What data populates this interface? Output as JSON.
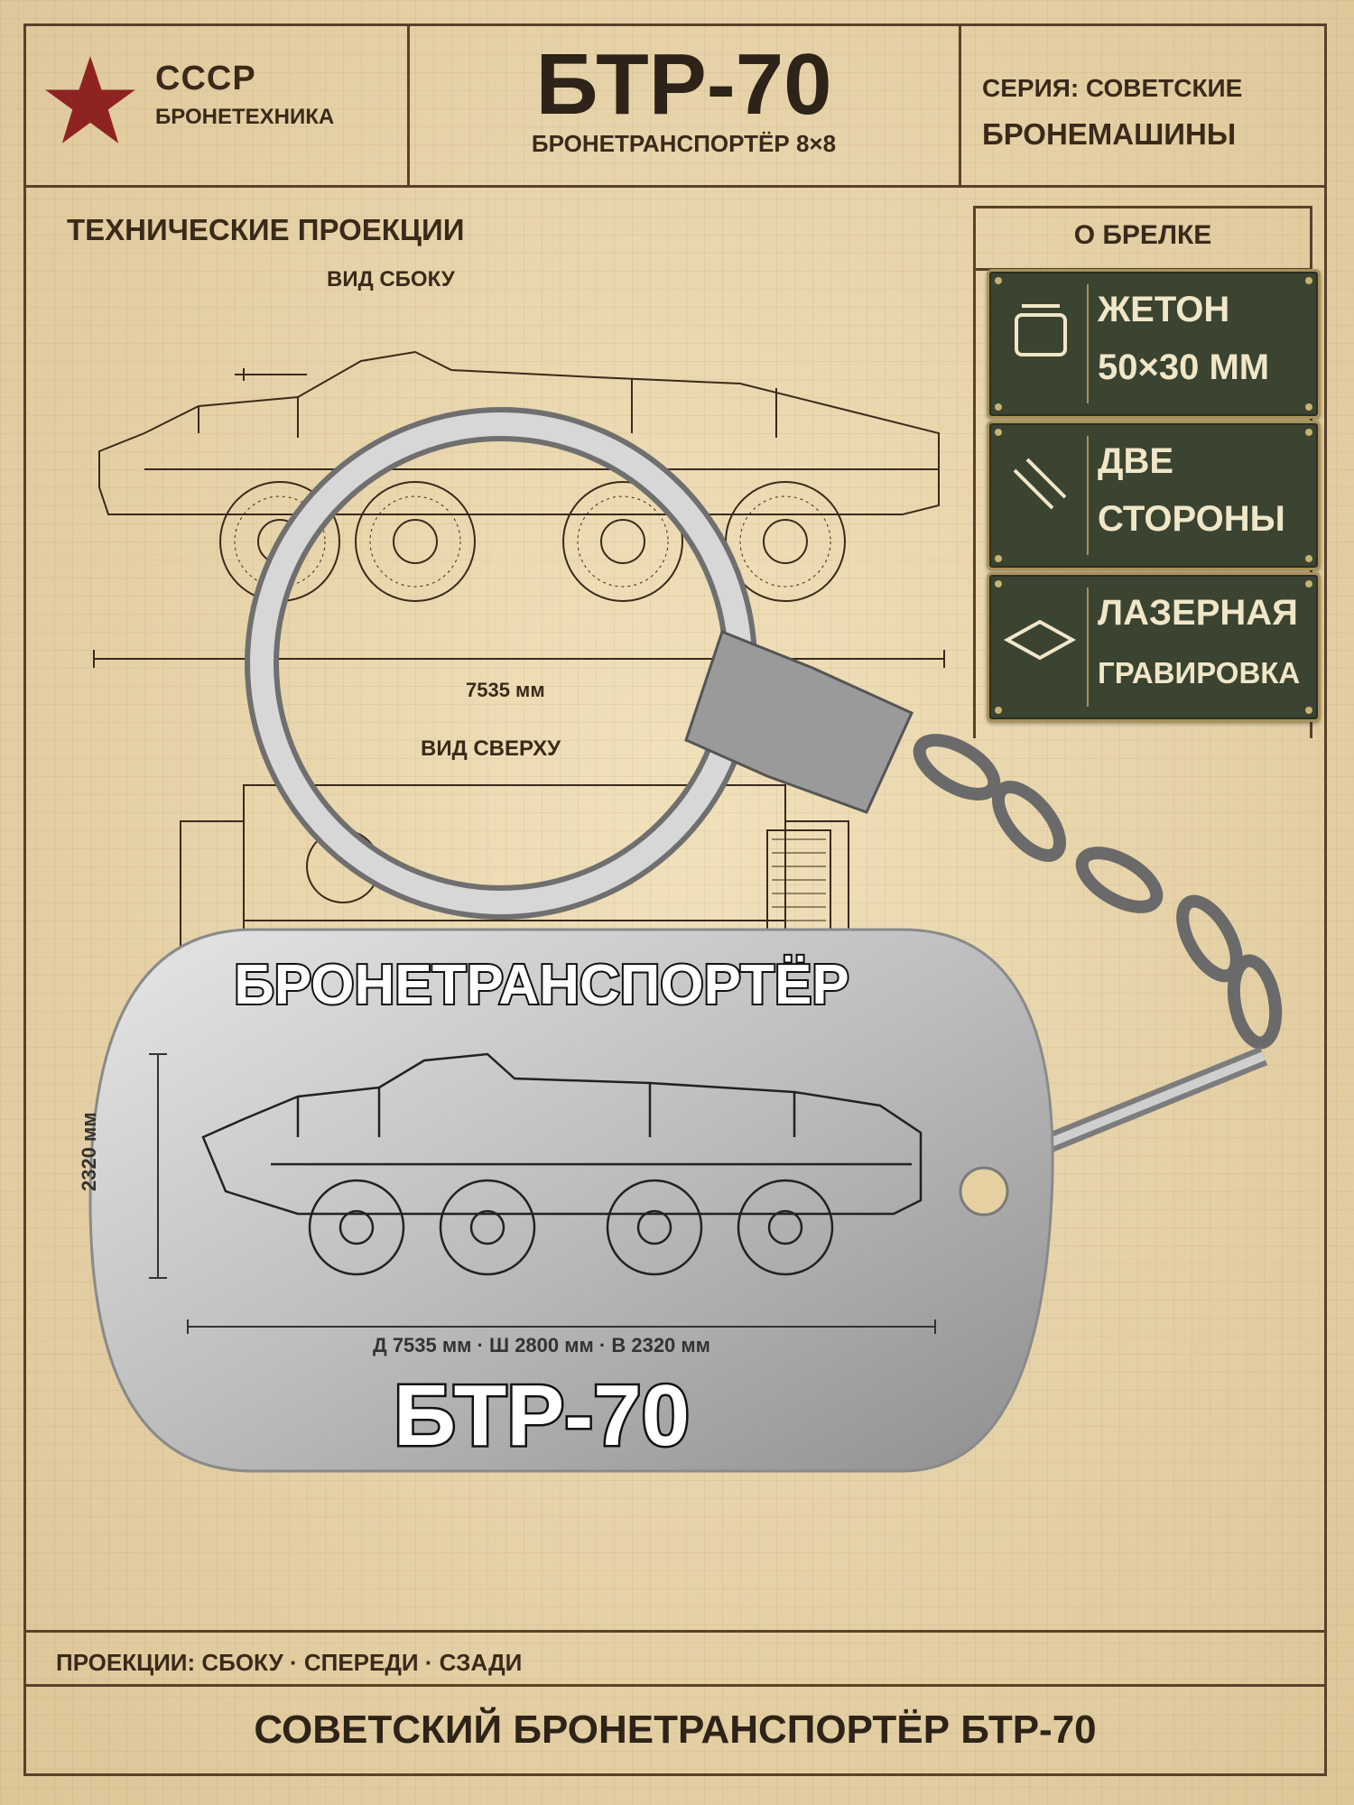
{
  "header": {
    "brand_line1": "СССР",
    "brand_line2": "БРОНЕТЕХНИКА",
    "title": "БТР-70",
    "subtitle": "БРОНЕТРАНСПОРТЁР 8×8",
    "series_line1": "СЕРИЯ: СОВЕТСКИЕ",
    "series_line2": "БРОНЕМАШИНЫ"
  },
  "projections": {
    "title": "ТЕХНИЧЕСКИЕ ПРОЕКЦИИ",
    "side_view": "ВИД СБОКУ",
    "length_label": "7535 мм",
    "top_view": "ВИД СВЕРХУ"
  },
  "about": {
    "title": "О БРЕЛКЕ",
    "items": [
      {
        "line1": "ЖЕТОН",
        "line2": "50×30 ММ",
        "icon": "square-tag-icon"
      },
      {
        "line1": "ДВЕ",
        "line2": "СТОРОНЫ",
        "icon": "two-sides-icon"
      },
      {
        "line1": "ЛАЗЕРНАЯ",
        "line2": "ГРАВИРОВКА",
        "icon": "laser-diamond-icon"
      }
    ]
  },
  "tag": {
    "heading": "БРОНЕТРАНСПОРТЁР",
    "height_label": "2320 мм",
    "dimensions": "Д 7535 мм · Ш 2800 мм · В 2320 мм",
    "model": "БТР-70"
  },
  "footer": {
    "note": "ПРОЕКЦИИ: СБОКУ · СПЕРЕДИ · СЗАДИ",
    "title": "СОВЕТСКИЙ БРОНЕТРАНСПОРТЁР БТР-70"
  },
  "colors": {
    "paper": "#e9d6a9",
    "ink": "#3a2a1a",
    "star": "#8f2321",
    "plate": "#3b4331",
    "plate_text": "#f0e6c8"
  }
}
